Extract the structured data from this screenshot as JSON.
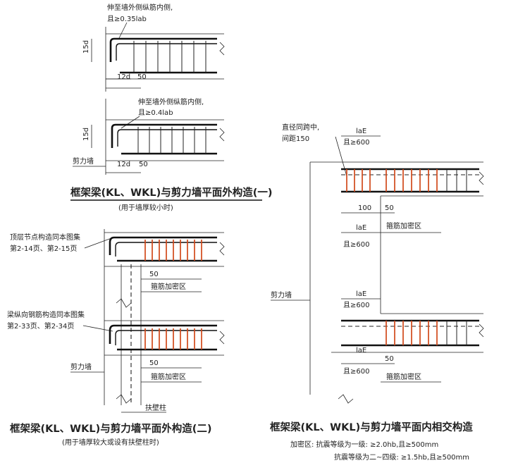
{
  "figure_left": {
    "top_detail": {
      "note_line1": "伸至墙外侧纵筋内侧,",
      "note_line2": "且≥0.35lab",
      "dim_vertical": "15d",
      "dim_horizontal": "12d",
      "dim_gap": "50"
    },
    "bottom_detail": {
      "note_line1": "伸至墙外侧纵筋内侧,",
      "note_line2": "且≥0.4lab",
      "dim_vertical": "15d",
      "dim_horizontal": "12d",
      "dim_gap": "50",
      "wall_label": "剪力墙"
    },
    "title": "框架梁(KL、WKL)与剪力墙平面外构造(一)",
    "subtitle": "(用于墙厚较小时)"
  },
  "figure_middle": {
    "note_top_line1": "顶层节点构造同本图集",
    "note_top_line2": "第2-14页、第2-15页",
    "dim_gap_top": "50",
    "zone_label_top": "箍筋加密区",
    "note_bottom_line1": "梁纵向钢筋构造同本图集",
    "note_bottom_line2": "第2-33页、第2-34页",
    "wall_label": "剪力墙",
    "dim_gap_bottom": "50",
    "zone_label_bottom": "箍筋加密区",
    "pilaster_label": "扶壁柱",
    "title": "框架梁(KL、WKL)与剪力墙平面外构造(二)",
    "subtitle": "(用于墙厚较大或设有扶壁柱时)"
  },
  "figure_right": {
    "note_line1": "直径同跨中,",
    "note_line2": "间距150",
    "lae_label": "laE",
    "lae_cond": "且≥600",
    "dim_100": "100",
    "dim_50": "50",
    "zone_label": "箍筋加密区",
    "lae_label_2": "laE",
    "lae_cond_2": "且≥600",
    "wall_label": "剪力墙",
    "lae_label_3": "laE",
    "lae_cond_3": "且≥600",
    "dim_50_b": "50",
    "lae_label_4": "laE",
    "lae_cond_4": "且≥600",
    "zone_label_2": "箍筋加密区",
    "title": "框架梁(KL、WKL)与剪力墙平面内相交构造",
    "note_zone_1": "加密区: 抗震等级为一级: ≥2.0hb,且≥500mm",
    "note_zone_2": "抗震等级为二~四级: ≥1.5hb,且≥500mm"
  },
  "colors": {
    "line": "#111111",
    "stirrup_highlight": "#d2481a",
    "background": "#ffffff"
  }
}
